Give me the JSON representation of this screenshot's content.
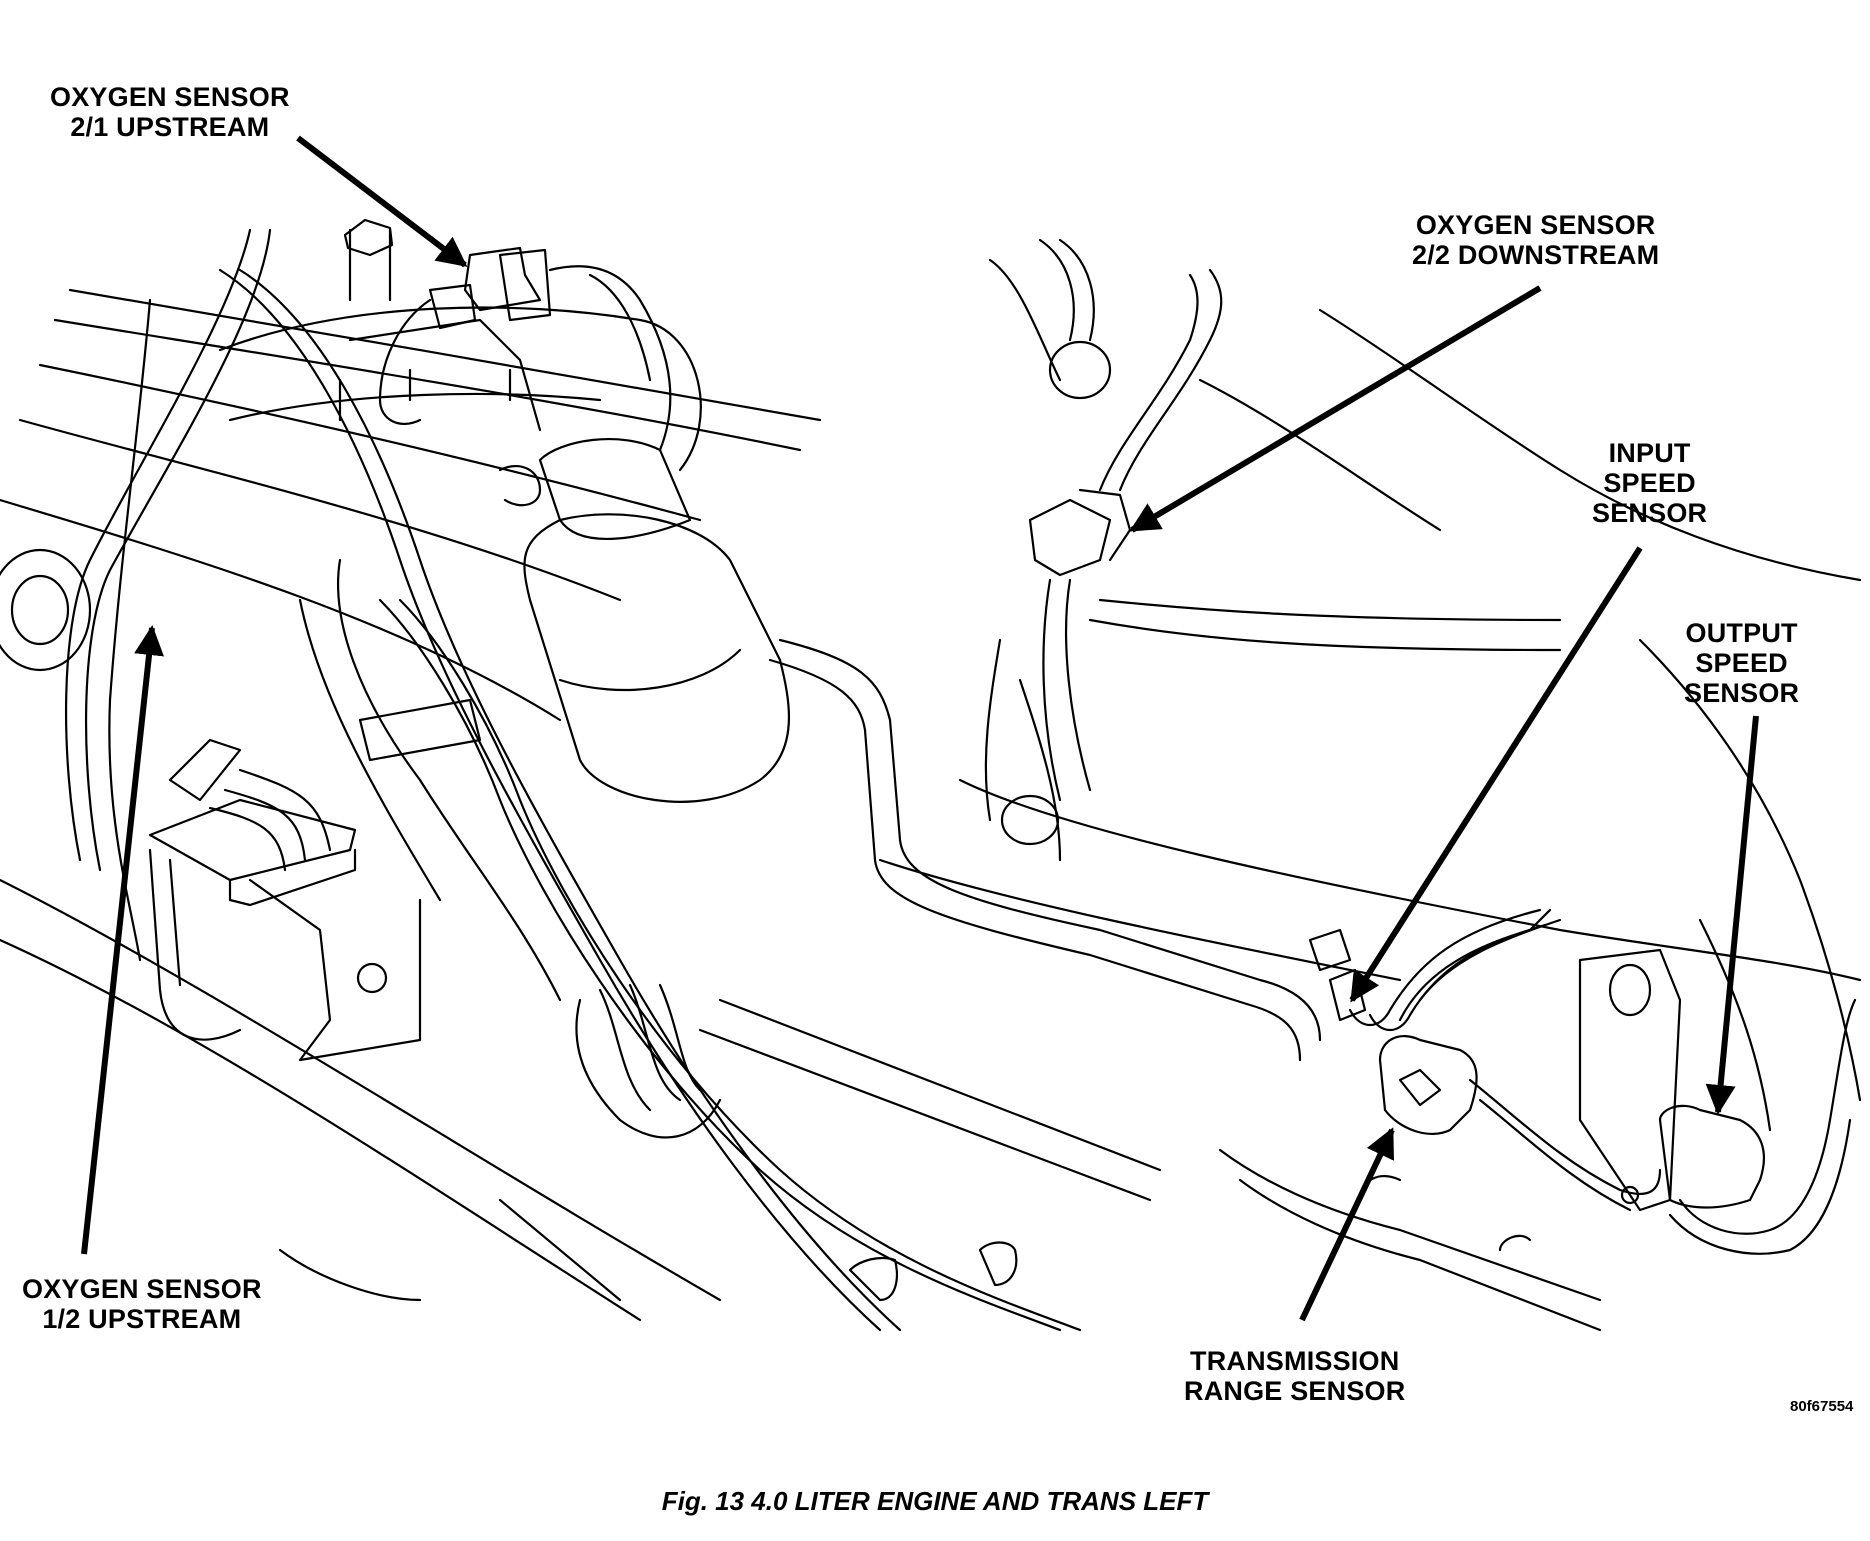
{
  "figure": {
    "caption": "Fig. 13 4.0 LITER ENGINE AND TRANS LEFT",
    "figure_id": "80f67554",
    "style": {
      "ink_color": "#000000",
      "background_color": "#ffffff"
    }
  },
  "callouts": [
    {
      "id": "o2-sensor-2-1-upstream",
      "lines": [
        "OXYGEN SENSOR",
        "2/1 UPSTREAM"
      ],
      "target": "oxygen sensor 2/1 upstream connector"
    },
    {
      "id": "o2-sensor-2-2-downstream",
      "lines": [
        "OXYGEN SENSOR",
        "2/2 DOWNSTREAM"
      ],
      "target": "oxygen sensor 2/2 downstream connector"
    },
    {
      "id": "input-speed-sensor",
      "lines": [
        "INPUT",
        "SPEED",
        "SENSOR"
      ],
      "target": "input speed sensor connector"
    },
    {
      "id": "output-speed-sensor",
      "lines": [
        "OUTPUT",
        "SPEED",
        "SENSOR"
      ],
      "target": "output speed sensor"
    },
    {
      "id": "o2-sensor-1-2-upstream",
      "lines": [
        "OXYGEN SENSOR",
        "1/2 UPSTREAM"
      ],
      "target": "oxygen sensor 1/2 upstream connector"
    },
    {
      "id": "transmission-range-sensor",
      "lines": [
        "TRANSMISSION",
        "RANGE SENSOR"
      ],
      "target": "transmission range sensor"
    }
  ]
}
